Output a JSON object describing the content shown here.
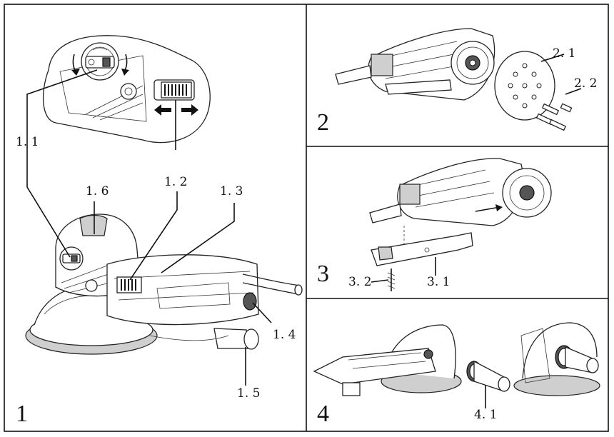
{
  "panels": {
    "p1": {
      "number": "1"
    },
    "p2": {
      "number": "2"
    },
    "p3": {
      "number": "3"
    },
    "p4": {
      "number": "4"
    }
  },
  "callouts": {
    "c1_1": "1. 1",
    "c1_2": "1. 2",
    "c1_3": "1. 3",
    "c1_4": "1. 4",
    "c1_5": "1. 5",
    "c1_6": "1. 6",
    "c2_1": "2. 1",
    "c2_2": "2. 2",
    "c3_1": "3. 1",
    "c3_2": "3. 2",
    "c4_1": "4. 1"
  },
  "icons": [
    "rotation-arrow-icon",
    "speed-mode-icon",
    "sliding-switch-icon",
    "left-right-arrows-icon",
    "screw-icon"
  ]
}
